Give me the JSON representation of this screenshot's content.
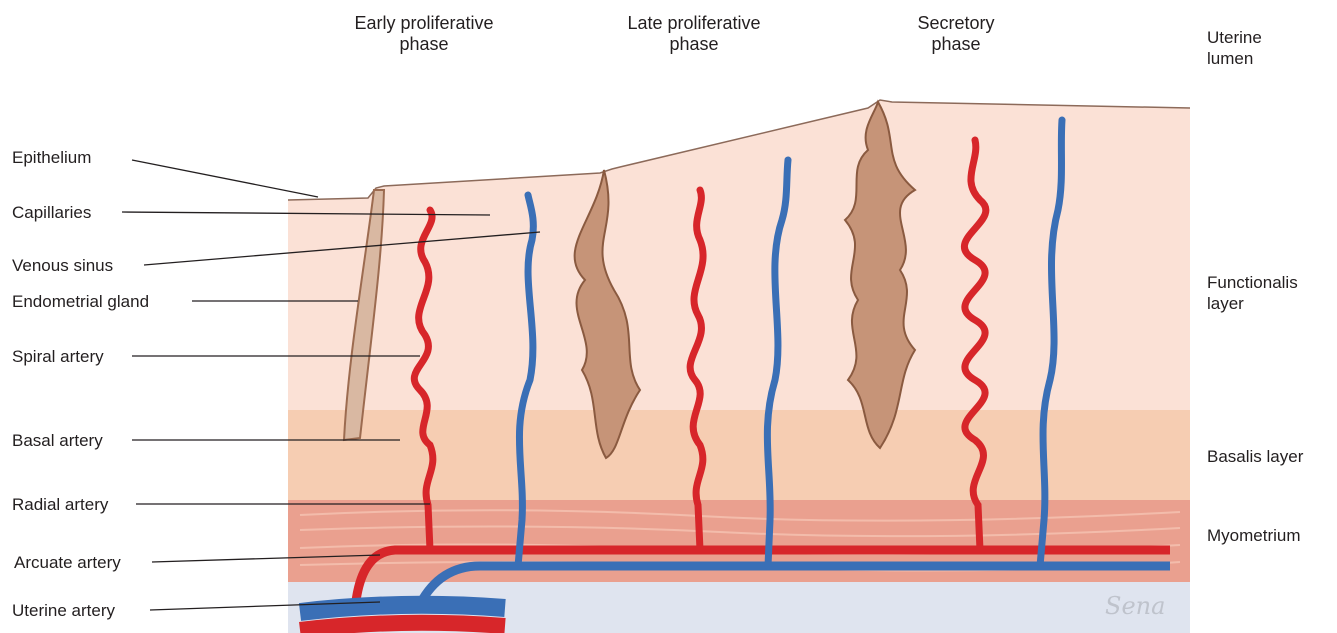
{
  "phase_headers": [
    {
      "text": "Early proliferative\nphase"
    },
    {
      "text": "Late proliferative\nphase"
    },
    {
      "text": "Secretory\nphase"
    }
  ],
  "right_labels": {
    "lumen": "Uterine\nlumen",
    "functionalis": "Functionalis\nlayer",
    "basalis": "Basalis layer",
    "myometrium": "Myometrium"
  },
  "left_labels": [
    {
      "text": "Epithelium"
    },
    {
      "text": "Capillaries"
    },
    {
      "text": "Venous sinus"
    },
    {
      "text": "Endometrial gland"
    },
    {
      "text": "Spiral artery"
    },
    {
      "text": "Basal artery"
    },
    {
      "text": "Radial artery"
    },
    {
      "text": "Arcuate artery"
    },
    {
      "text": "Uterine artery"
    }
  ],
  "signature": "Sena",
  "colors": {
    "functionalis": "#fbe1d6",
    "basalis": "#f6cdb2",
    "myometrium": "#eaa08f",
    "below": "#dfe4ef",
    "artery": "#d7262a",
    "vein": "#3a6fb6",
    "gland": "#b07a5c"
  }
}
